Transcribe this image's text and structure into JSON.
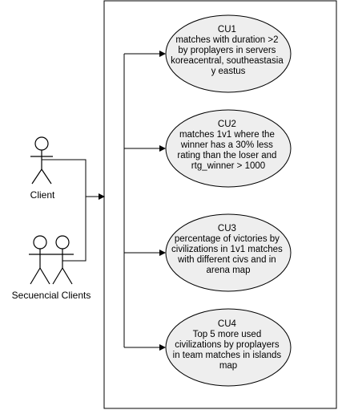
{
  "actors": [
    {
      "label": "Client"
    },
    {
      "label": "Secuencial Clients"
    }
  ],
  "use_cases": [
    {
      "lines": [
        "CU1",
        "matches with duration >2",
        "by proplayers in servers",
        "koreacentral, southeastasia",
        "y eastus"
      ]
    },
    {
      "lines": [
        "CU2",
        "matches 1v1 where the",
        "winner has a 30% less",
        "rating than the loser and",
        "rtg_winner > 1000"
      ]
    },
    {
      "lines": [
        "CU3",
        "percentage of victories by",
        "civilizations in 1v1 matches",
        "with different civs and in",
        "arena map"
      ]
    },
    {
      "lines": [
        "CU4",
        "Top 5 more used",
        "civilizations by proplayers",
        "in team matches in islands",
        "map"
      ]
    }
  ],
  "colors": {
    "ellipse_fill": "#eeeeee",
    "stroke": "#000000",
    "background": "#ffffff"
  }
}
